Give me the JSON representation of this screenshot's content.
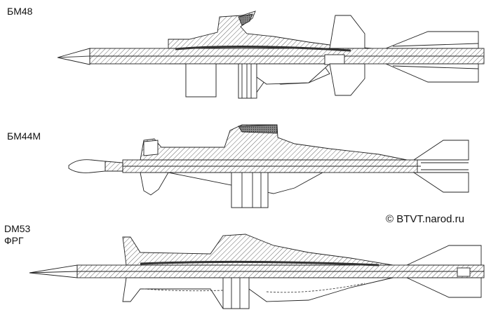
{
  "labels": {
    "bm48": "БМ48",
    "bm44m": "БМ44М",
    "dm53": "DM53",
    "frg": "ФРГ",
    "copyright": "© BTVT.narod.ru"
  },
  "colors": {
    "ink": "#222222",
    "hatch": "#555555",
    "background": "#ffffff"
  }
}
